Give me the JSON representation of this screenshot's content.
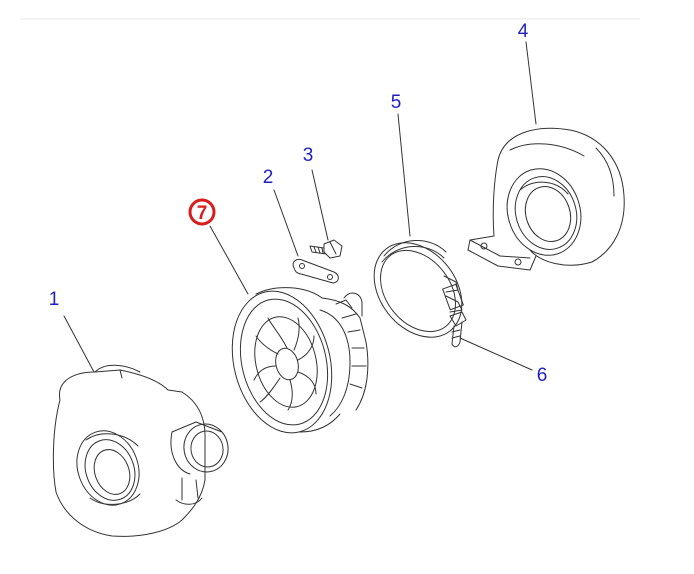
{
  "diagram": {
    "callouts": [
      {
        "id": "1",
        "text": "1",
        "part": "turbine-housing"
      },
      {
        "id": "2",
        "text": "2",
        "part": "gasket-plate"
      },
      {
        "id": "3",
        "text": "3",
        "part": "bolt"
      },
      {
        "id": "4",
        "text": "4",
        "part": "compressor-housing"
      },
      {
        "id": "5",
        "text": "5",
        "part": "v-band-clamp"
      },
      {
        "id": "6",
        "text": "6",
        "part": "clamp-nut"
      },
      {
        "id": "7",
        "text": "7",
        "part": "cartridge-assembly",
        "highlighted": true
      }
    ]
  },
  "colors": {
    "callout_text": "#1f1fbf",
    "highlight": "#d91c1c",
    "drawing": "#333333",
    "frame": "#e8e8e8"
  }
}
